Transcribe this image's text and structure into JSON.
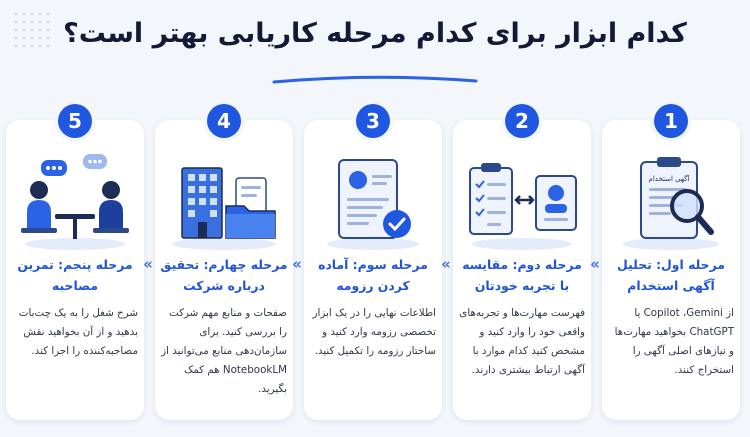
{
  "title": "کدام ابزار برای کدام مرحله کاریابی بهتر است؟",
  "colors": {
    "accent": "#1f57e0",
    "title": "#121a36",
    "card_title": "#1e54d6",
    "background": "#f3f6fb"
  },
  "steps": [
    {
      "number": "1",
      "title": "مرحله اول: تحلیل آگهی استخدام",
      "description": "از Copilot ،Gemini یا ChatGPT بخواهید مهارت‌ها و نیازهای اصلی آگهی را استخراج کنند.",
      "illustration_label": "آگهی استخدام",
      "icon": "magnifier-over-job-ad-icon"
    },
    {
      "number": "2",
      "title": "مرحله دوم: مقایسه با تجربه خودتان",
      "description": "فهرست مهارت‌ها و تجربه‌های واقعی خود را وارد کنید و مشخص کنید کدام موارد با آگهی ارتباط بیشتری دارند.",
      "icon": "checklist-compare-profile-icon"
    },
    {
      "number": "3",
      "title": "مرحله سوم: آماده کردن رزومه",
      "description": "اطلاعات نهایی را در یک ابزار تخصصی رزومه وارد کنید و ساختار رزومه را تکمیل کنید.",
      "icon": "resume-check-icon"
    },
    {
      "number": "4",
      "title": "مرحله چهارم: تحقیق درباره شرکت",
      "description": "صفحات و منابع مهم شرکت را بررسی کنید. برای سازمان‌دهی منابع می‌توانید از NotebookLM هم کمک بگیرید.",
      "icon": "company-building-folder-icon"
    },
    {
      "number": "5",
      "title": "مرحله پنجم: تمرین مصاحبه",
      "description": "شرح شغل را به یک چت‌بات بدهید و از آن بخواهید نقش مصاحبه‌کننده را اجرا کند.",
      "icon": "interview-conversation-icon"
    }
  ]
}
